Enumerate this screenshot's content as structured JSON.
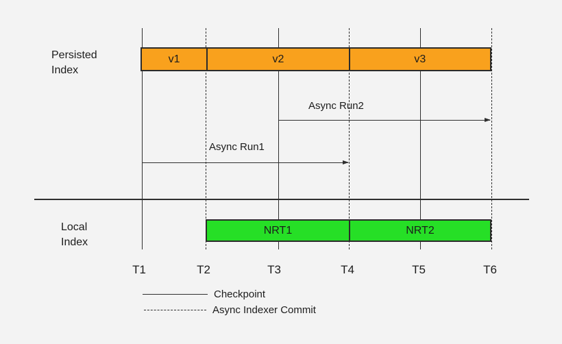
{
  "colors": {
    "background": "#f3f3f3",
    "persisted_bar": "#f9a11d",
    "local_bar": "#26df26",
    "bar_border": "#2b2b2b",
    "line": "#2e2e2e",
    "text": "#1c1c1c"
  },
  "persisted_index": {
    "label": "Persisted\nIndex",
    "segments": [
      {
        "label": "v1"
      },
      {
        "label": "v2"
      },
      {
        "label": "v3"
      }
    ]
  },
  "local_index": {
    "label": "Local\nIndex",
    "segments": [
      {
        "label": "NRT1"
      },
      {
        "label": "NRT2"
      }
    ]
  },
  "arrows": [
    {
      "label": "Async Run1",
      "from_tick": "T1",
      "to_tick": "T4"
    },
    {
      "label": "Async Run2",
      "from_tick": "T3",
      "to_tick": "T6"
    }
  ],
  "timeline": {
    "ticks": [
      {
        "label": "T1",
        "line_style": "solid"
      },
      {
        "label": "T2",
        "line_style": "dashed"
      },
      {
        "label": "T3",
        "line_style": "solid"
      },
      {
        "label": "T4",
        "line_style": "dashed"
      },
      {
        "label": "T5",
        "line_style": "solid"
      },
      {
        "label": "T6",
        "line_style": "dashed"
      }
    ]
  },
  "legend": {
    "items": [
      {
        "line_style": "solid",
        "label": "Checkpoint"
      },
      {
        "line_style": "dashed",
        "label": "Async Indexer Commit"
      }
    ]
  }
}
